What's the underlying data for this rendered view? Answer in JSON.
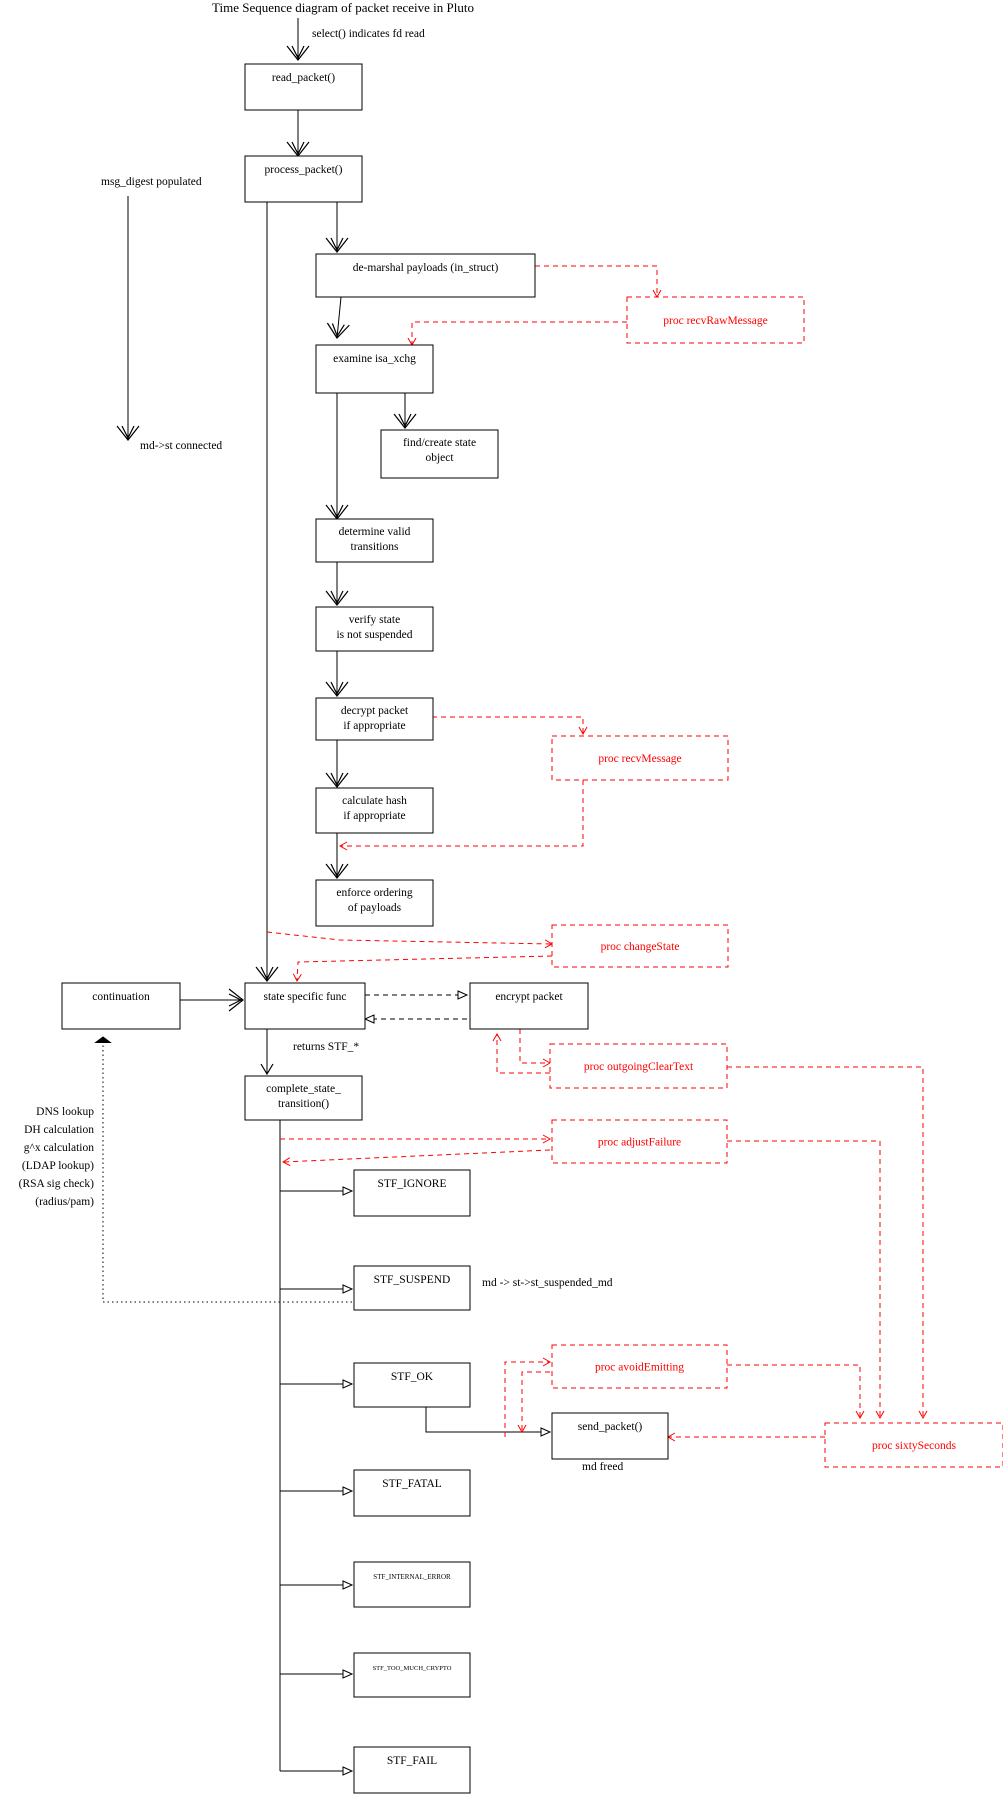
{
  "title": "Time Sequence diagram of packet receive in Pluto",
  "colors": {
    "main": "#000000",
    "proc": "#ff0000"
  },
  "boxes": {
    "read_packet": [
      "read_packet()"
    ],
    "process_packet": [
      "process_packet()"
    ],
    "demarshal": [
      "de-marshal payloads (in_struct)"
    ],
    "examine": [
      "examine isa_xchg"
    ],
    "find_create": [
      "find/create state",
      "object"
    ],
    "determine": [
      "determine valid",
      "transitions"
    ],
    "verify": [
      "verify state",
      "is not suspended"
    ],
    "decrypt": [
      "decrypt packet",
      "if appropriate"
    ],
    "calc_hash": [
      "calculate hash",
      "if appropriate"
    ],
    "enforce": [
      "enforce ordering",
      "of payloads"
    ],
    "continuation": [
      "continuation"
    ],
    "state_func": [
      "state specific func"
    ],
    "encrypt": [
      "encrypt packet"
    ],
    "complete": [
      "complete_state_",
      "transition()"
    ],
    "stf_ignore": [
      "STF_IGNORE"
    ],
    "stf_suspend": [
      "STF_SUSPEND"
    ],
    "stf_ok": [
      "STF_OK"
    ],
    "send_packet": [
      "send_packet()"
    ],
    "stf_fatal": [
      "STF_FATAL"
    ],
    "stf_internal": [
      "STF_INTERNAL_ERROR"
    ],
    "stf_too_much": [
      "STF_TOO_MUCH_CRYPTO"
    ],
    "stf_fail": [
      "STF_FAIL"
    ]
  },
  "procs": {
    "recvRawMessage": "proc recvRawMessage",
    "recvMessage": "proc recvMessage",
    "changeState": "proc changeState",
    "outgoingClearText": "proc outgoingClearText",
    "adjustFailure": "proc adjustFailure",
    "avoidEmitting": "proc avoidEmitting",
    "sixtySeconds": "proc sixtySeconds"
  },
  "notes": {
    "select": "select() indicates fd read",
    "msg_digest": "msg_digest populated",
    "md_st": "md->st connected",
    "returns": "returns STF_*",
    "suspended_md": "md -> st->st_suspended_md",
    "md_freed": "md freed",
    "async_ops": [
      "DNS lookup",
      "DH calculation",
      "g^x calculation",
      "(LDAP lookup)",
      "(RSA sig check)",
      "(radius/pam)"
    ]
  }
}
